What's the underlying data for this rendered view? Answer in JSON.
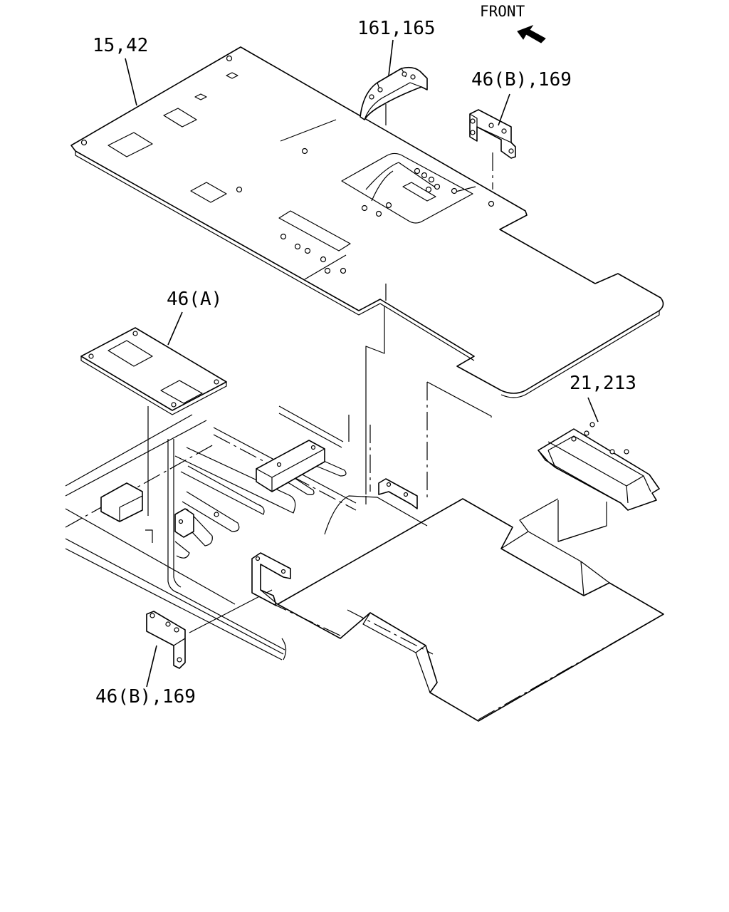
{
  "labels": {
    "front": "FRONT",
    "floor_panel": "15,42",
    "bracket_top_center": "161,165",
    "bracket_top_right": "46(B),169",
    "mat_left": "46(A)",
    "cover_right": "21,213",
    "bracket_bottom_left": "46(B),169"
  },
  "icons": {
    "front_direction": "arrow-left-up-icon"
  },
  "colors": {
    "line": "#000000",
    "background": "#ffffff"
  }
}
